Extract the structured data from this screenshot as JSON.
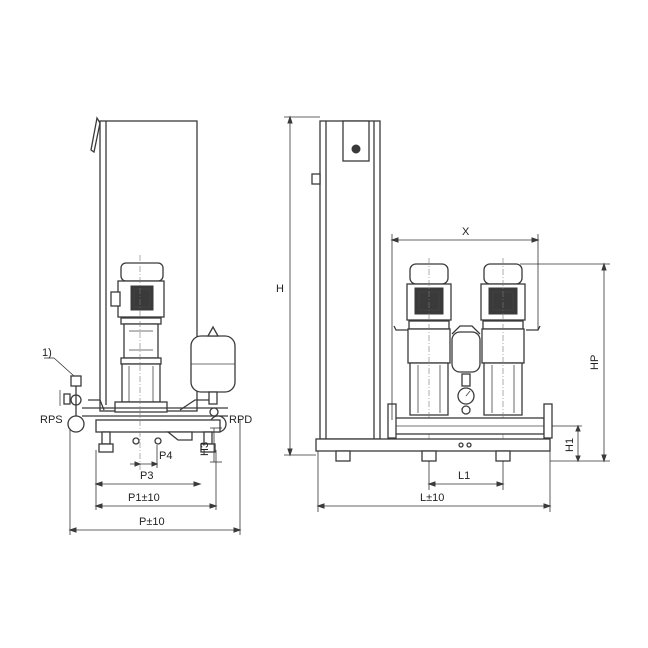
{
  "labels": {
    "note": "1)",
    "rps": "RPS",
    "rpd": "RPD",
    "p3": "P3",
    "p4": "P4",
    "h3": "H3",
    "p1": "P1±10",
    "p": "P±10",
    "h": "H",
    "x": "X",
    "hp": "HP",
    "h1": "H1",
    "l1": "L1",
    "l": "L±10"
  }
}
